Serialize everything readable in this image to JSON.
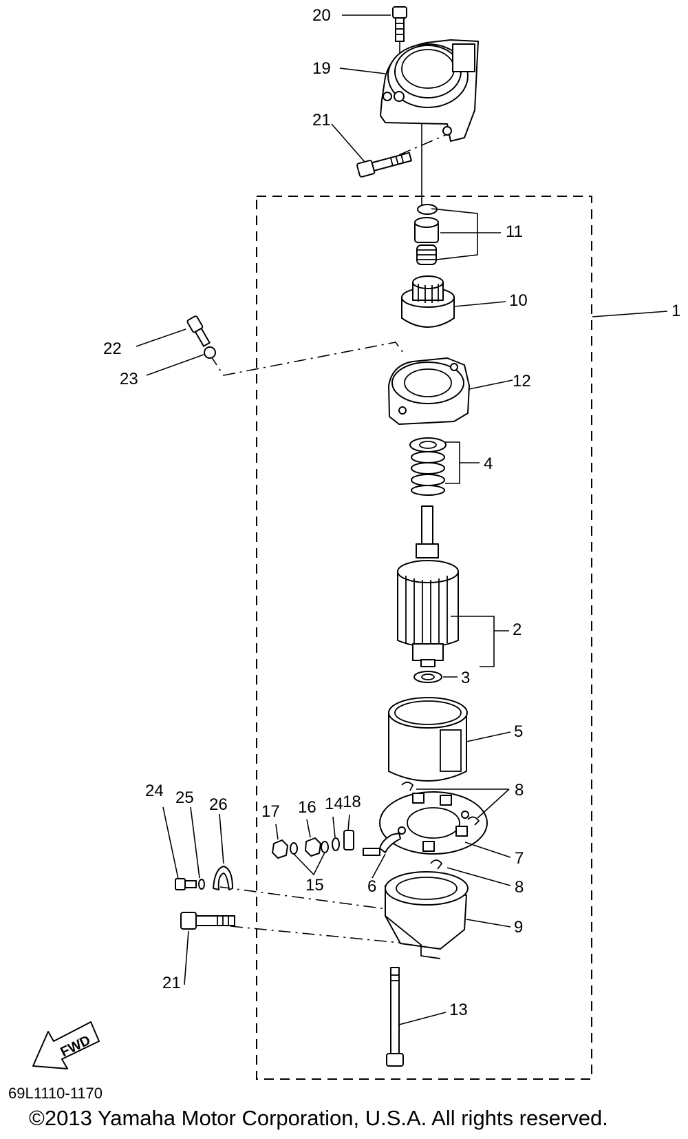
{
  "callouts": [
    {
      "id": "1",
      "text": "1"
    },
    {
      "id": "2",
      "text": "2"
    },
    {
      "id": "3",
      "text": "3"
    },
    {
      "id": "4",
      "text": "4"
    },
    {
      "id": "5",
      "text": "5"
    },
    {
      "id": "6",
      "text": "6"
    },
    {
      "id": "7",
      "text": "7"
    },
    {
      "id": "8a",
      "text": "8"
    },
    {
      "id": "8b",
      "text": "8"
    },
    {
      "id": "9",
      "text": "9"
    },
    {
      "id": "10",
      "text": "10"
    },
    {
      "id": "11",
      "text": "11"
    },
    {
      "id": "12",
      "text": "12"
    },
    {
      "id": "13",
      "text": "13"
    },
    {
      "id": "14",
      "text": "14"
    },
    {
      "id": "15",
      "text": "15"
    },
    {
      "id": "16",
      "text": "16"
    },
    {
      "id": "17",
      "text": "17"
    },
    {
      "id": "18",
      "text": "18"
    },
    {
      "id": "19",
      "text": "19"
    },
    {
      "id": "20",
      "text": "20"
    },
    {
      "id": "21a",
      "text": "21"
    },
    {
      "id": "21b",
      "text": "21"
    },
    {
      "id": "22",
      "text": "22"
    },
    {
      "id": "23",
      "text": "23"
    },
    {
      "id": "24",
      "text": "24"
    },
    {
      "id": "25",
      "text": "25"
    },
    {
      "id": "26",
      "text": "26"
    }
  ],
  "fwd_label": "FWD",
  "diagram_code": "69L1110-1170",
  "copyright": "©2013 Yamaha Motor Corporation, U.S.A. All rights reserved."
}
